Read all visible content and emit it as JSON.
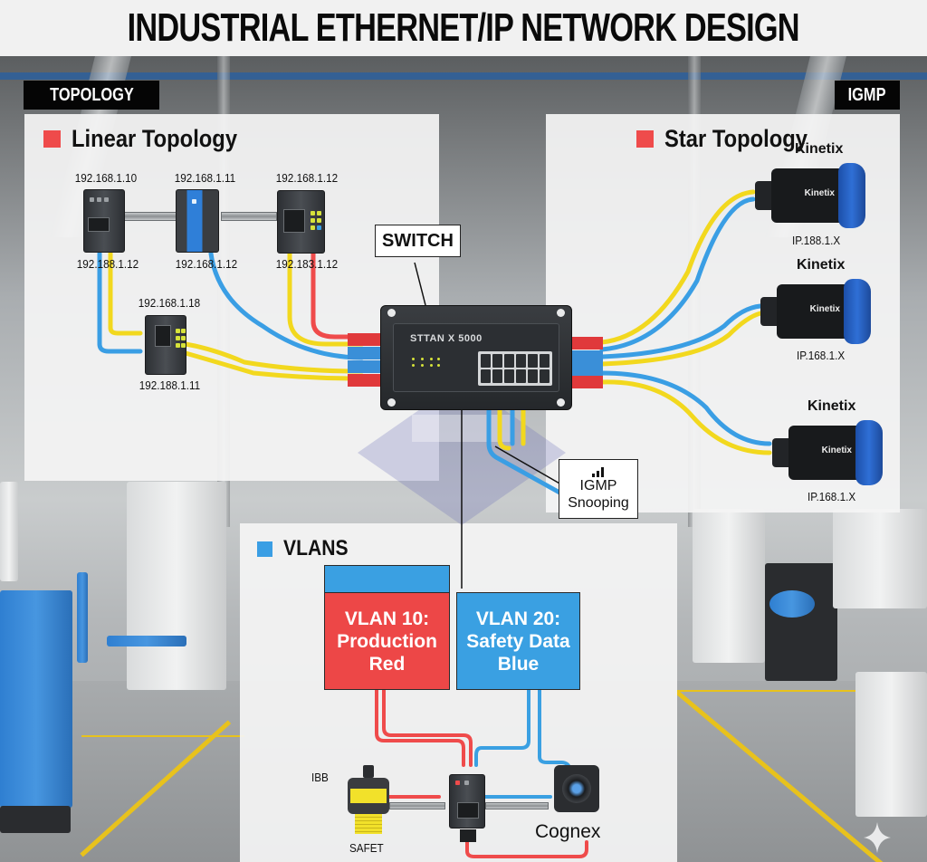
{
  "title": "INDUSTRIAL ETHERNET/IP NETWORK DESIGN",
  "tags": {
    "topology": "TOPOLOGY",
    "igmp": "IGMP"
  },
  "colors": {
    "red": "#ef4b4b",
    "blue": "#3a9ee4",
    "yellow": "#f2d81e",
    "vlan_red": "#ed4747",
    "vlan_blue": "#3aa0e2",
    "panel_bg": "#f4f4f4",
    "tag_bg": "#050505"
  },
  "linear_topology": {
    "title": "Linear Topology",
    "devices": [
      {
        "ip_top": "192.168.1.10",
        "ip_bottom": "192.188.1.12"
      },
      {
        "ip_top": "192.168.1.11",
        "ip_bottom": "192.168.1.12"
      },
      {
        "ip_top": "192.168.1.12",
        "ip_bottom": "192.183.1.12"
      },
      {
        "ip_top": "192.168.1.18",
        "ip_bottom": "192.188.1.11"
      }
    ]
  },
  "switch": {
    "label": "SWITCH",
    "model": "STTAN X 5000"
  },
  "igmp_snooping": {
    "line1": "IGMP",
    "line2": "Snooping",
    "icon": "signal-bars-icon"
  },
  "star_topology": {
    "title": "Star Topology",
    "drives": [
      {
        "label": "Kinetix",
        "brand": "Kinetix",
        "ip": "IP.188.1.X"
      },
      {
        "label": "Kinetix",
        "brand": "Kinetix",
        "ip": "IP.168.1.X"
      },
      {
        "label": "Kinetix",
        "brand": "Kinetix",
        "ip": "IP.168.1.X"
      }
    ]
  },
  "vlans": {
    "title": "VLANS",
    "vlan10": "VLAN 10:\nProduction\nRed",
    "vlan20": "VLAN 20:\nSafety Data\nBlue"
  },
  "devices_bottom": {
    "sensor_tag": "IBB",
    "sensor_label": "SAFET",
    "camera_label": "Cognex"
  },
  "watermark_icon": "sparkle-icon"
}
